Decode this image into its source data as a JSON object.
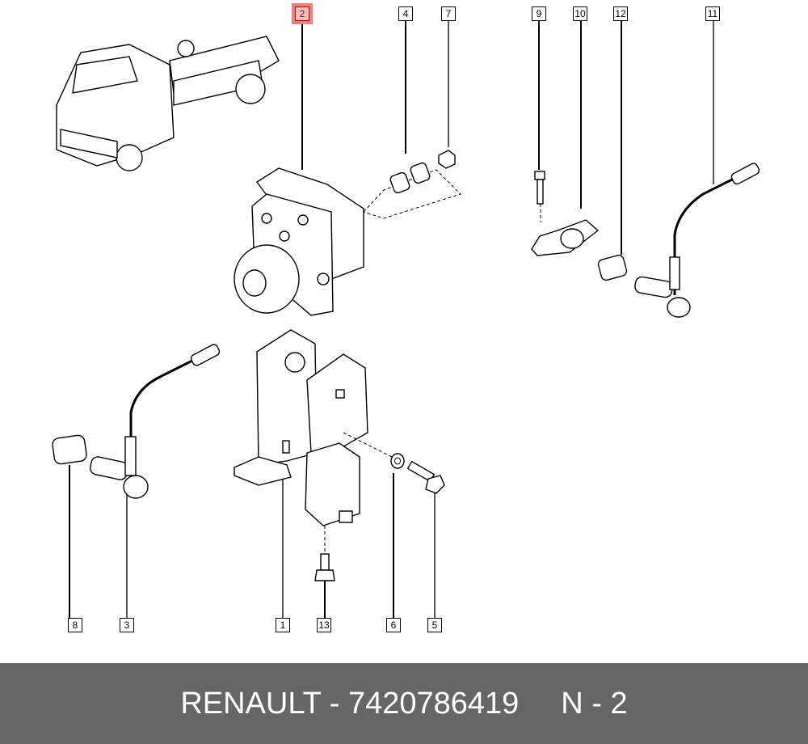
{
  "callouts": {
    "c1": "1",
    "c2": "2",
    "c3": "3",
    "c4": "4",
    "c5": "5",
    "c6": "6",
    "c7": "7",
    "c8": "8",
    "c9": "9",
    "c10": "10",
    "c11": "11",
    "c12": "12",
    "c13": "13"
  },
  "highlighted_callout": "2",
  "colors": {
    "highlight": "#f08080",
    "footer_bg": "#666666"
  },
  "footer": {
    "brand_part": "RENAULT - 7420786419",
    "ref": "N - 2"
  }
}
